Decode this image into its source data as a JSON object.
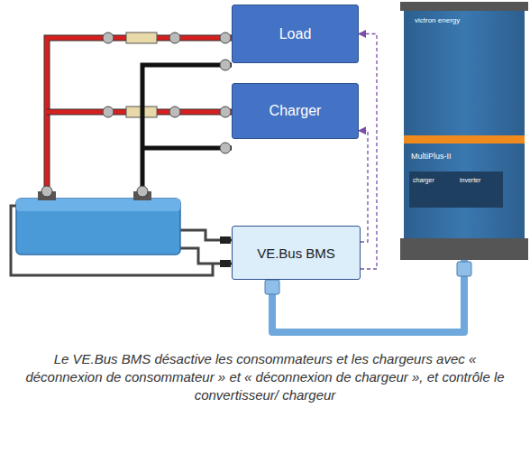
{
  "diagram": {
    "caption": "Le VE.Bus BMS désactive les consommateurs et les chargeurs avec « déconnexion de consommateur » et « déconnexion de chargeur », et contrôle le convertisseur/ chargeur",
    "nodes": [
      {
        "text": [
          "Load"
        ]
      },
      {
        "text": [
          "Charger"
        ]
      },
      {
        "text": [
          "VE.Bus BMS"
        ]
      },
      {
        "text": [
          "victron energy",
          "MultiPlus-II",
          "charger",
          "inverter"
        ]
      }
    ],
    "edges": [
      {
        "from": 2,
        "to": 0,
        "arrow": "to"
      },
      {
        "from": 2,
        "to": 1,
        "arrow": "to"
      },
      {
        "from": 2,
        "to": 3,
        "arrow": "none"
      }
    ]
  }
}
